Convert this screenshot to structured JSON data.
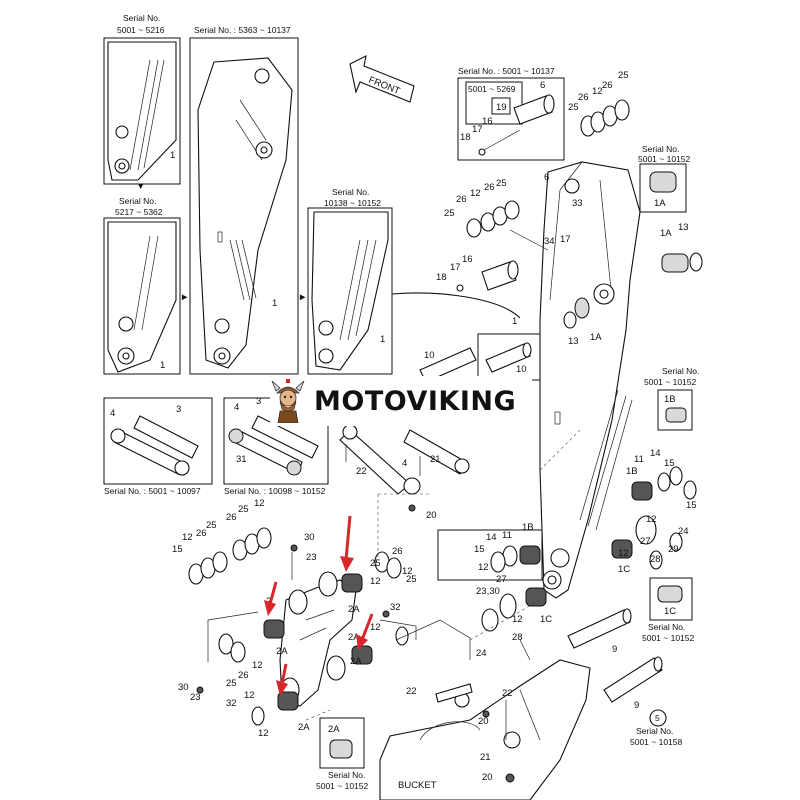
{
  "diagram": {
    "serial_captions": {
      "topleft_a": "Serial No.",
      "topleft_b": "5001 ~ 5216",
      "topmid": "Serial No. : 5363 ~ 10137",
      "left2_a": "Serial No.",
      "left2_b": "5217 ~ 5362",
      "mid3_a": "Serial No.",
      "mid3_b": "10138 ~ 10152",
      "rtop": "Serial No. : 5001 ~ 10137",
      "rtop_inner": "5001 ~ 5269",
      "r1a_a": "Serial No.",
      "r1a_b": "5001 ~ 10152",
      "r1b_a": "Serial No.",
      "r1b_b": "5001 ~ 10152",
      "r1c_a": "Serial No.",
      "r1c_b": "5001 ~ 10152",
      "link1": "Serial No. : 5001 ~ 10097",
      "link2": "Serial No. : 10098 ~ 10152",
      "b2a_a": "Serial No.",
      "b2a_b": "5001 ~ 10152",
      "r5_a": "Serial No.",
      "r5_b": "5001 ~ 10158"
    },
    "labels": {
      "front": "FRONT",
      "bucket": "BUCKET"
    },
    "callouts": {
      "n1": "1",
      "n2": "2",
      "n2a": "2A",
      "n3": "3",
      "n4": "4",
      "n5": "5",
      "n6": "6",
      "n9": "9",
      "n10": "10",
      "n11": "11",
      "n12": "12",
      "n13": "13",
      "n14": "14",
      "n15": "15",
      "n16": "16",
      "n17": "17",
      "n18": "18",
      "n19": "19",
      "n20": "20",
      "n21": "21",
      "n22": "22",
      "n23": "23",
      "n24": "24",
      "n25": "25",
      "n26": "26",
      "n27": "27",
      "n28": "28",
      "n29": "29",
      "n30": "30",
      "n31": "31",
      "n32": "32",
      "n33": "33",
      "n34": "34",
      "n1a": "1A",
      "n1b": "1B",
      "n1c": "1C",
      "n2330": "23,30"
    },
    "logo": {
      "text": "MOTOVIKING",
      "icon": "viking-mascot-icon"
    },
    "colors": {
      "arrow": "#d8262a",
      "ink": "#111111"
    }
  }
}
